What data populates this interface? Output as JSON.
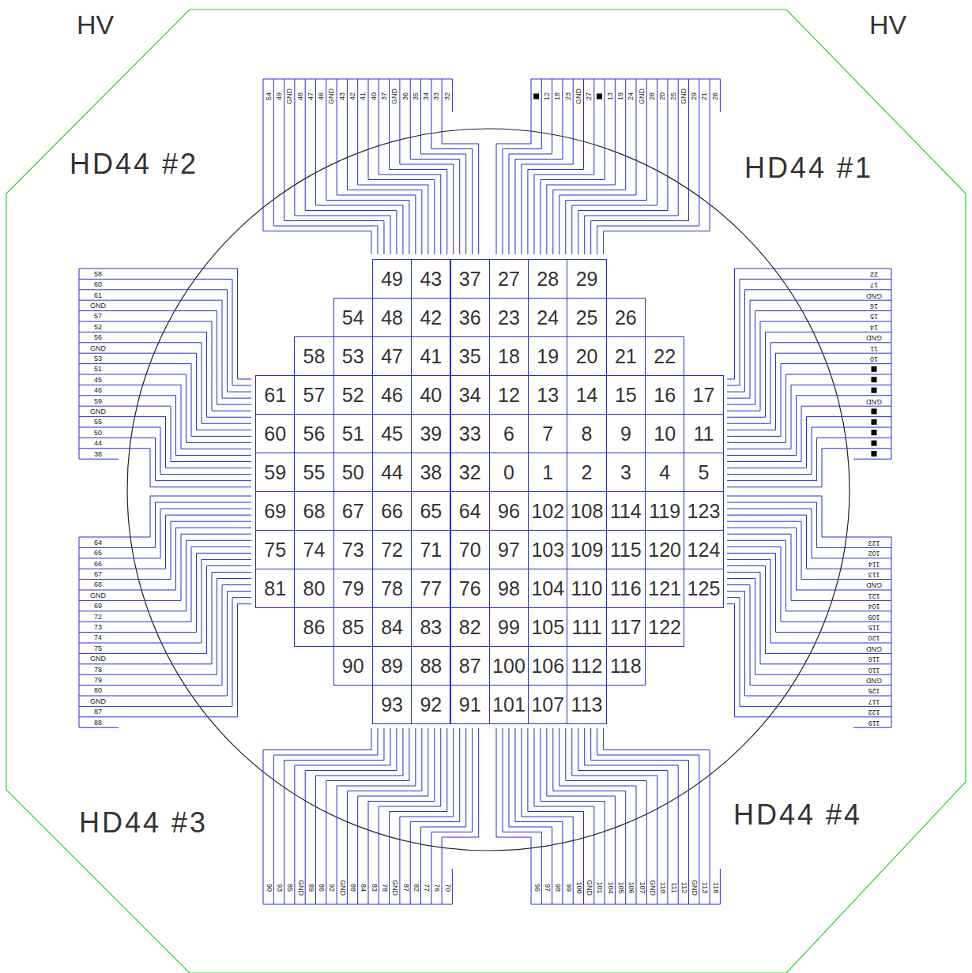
{
  "diagram": {
    "nodes": [
      {
        "text": [
          "49"
        ]
      },
      {
        "text": [
          "43"
        ]
      },
      {
        "text": [
          "37"
        ]
      },
      {
        "text": [
          "27"
        ]
      },
      {
        "text": [
          "28"
        ]
      },
      {
        "text": [
          "29"
        ]
      },
      {
        "text": [
          "54"
        ]
      },
      {
        "text": [
          "48"
        ]
      },
      {
        "text": [
          "42"
        ]
      },
      {
        "text": [
          "36"
        ]
      },
      {
        "text": [
          "23"
        ]
      },
      {
        "text": [
          "24"
        ]
      },
      {
        "text": [
          "25"
        ]
      },
      {
        "text": [
          "26"
        ]
      },
      {
        "text": [
          "58"
        ]
      },
      {
        "text": [
          "53"
        ]
      },
      {
        "text": [
          "47"
        ]
      },
      {
        "text": [
          "41"
        ]
      },
      {
        "text": [
          "35"
        ]
      },
      {
        "text": [
          "18"
        ]
      },
      {
        "text": [
          "19"
        ]
      },
      {
        "text": [
          "20"
        ]
      },
      {
        "text": [
          "21"
        ]
      },
      {
        "text": [
          "22"
        ]
      },
      {
        "text": [
          "61"
        ]
      },
      {
        "text": [
          "57"
        ]
      },
      {
        "text": [
          "52"
        ]
      },
      {
        "text": [
          "46"
        ]
      },
      {
        "text": [
          "40"
        ]
      },
      {
        "text": [
          "34"
        ]
      },
      {
        "text": [
          "12"
        ]
      },
      {
        "text": [
          "13"
        ]
      },
      {
        "text": [
          "14"
        ]
      },
      {
        "text": [
          "15"
        ]
      },
      {
        "text": [
          "16"
        ]
      },
      {
        "text": [
          "17"
        ]
      },
      {
        "text": [
          "60"
        ]
      },
      {
        "text": [
          "56"
        ]
      },
      {
        "text": [
          "51"
        ]
      },
      {
        "text": [
          "45"
        ]
      },
      {
        "text": [
          "39"
        ]
      },
      {
        "text": [
          "33"
        ]
      },
      {
        "text": [
          "6"
        ]
      },
      {
        "text": [
          "7"
        ]
      },
      {
        "text": [
          "8"
        ]
      },
      {
        "text": [
          "9"
        ]
      },
      {
        "text": [
          "10"
        ]
      },
      {
        "text": [
          "11"
        ]
      },
      {
        "text": [
          "59"
        ]
      },
      {
        "text": [
          "55"
        ]
      },
      {
        "text": [
          "50"
        ]
      },
      {
        "text": [
          "44"
        ]
      },
      {
        "text": [
          "38"
        ]
      },
      {
        "text": [
          "32"
        ]
      },
      {
        "text": [
          "0"
        ]
      },
      {
        "text": [
          "1"
        ]
      },
      {
        "text": [
          "2"
        ]
      },
      {
        "text": [
          "3"
        ]
      },
      {
        "text": [
          "4"
        ]
      },
      {
        "text": [
          "5"
        ]
      },
      {
        "text": [
          "69"
        ]
      },
      {
        "text": [
          "68"
        ]
      },
      {
        "text": [
          "67"
        ]
      },
      {
        "text": [
          "66"
        ]
      },
      {
        "text": [
          "65"
        ]
      },
      {
        "text": [
          "64"
        ]
      },
      {
        "text": [
          "96"
        ]
      },
      {
        "text": [
          "102"
        ]
      },
      {
        "text": [
          "108"
        ]
      },
      {
        "text": [
          "114"
        ]
      },
      {
        "text": [
          "119"
        ]
      },
      {
        "text": [
          "123"
        ]
      },
      {
        "text": [
          "75"
        ]
      },
      {
        "text": [
          "74"
        ]
      },
      {
        "text": [
          "73"
        ]
      },
      {
        "text": [
          "72"
        ]
      },
      {
        "text": [
          "71"
        ]
      },
      {
        "text": [
          "70"
        ]
      },
      {
        "text": [
          "97"
        ]
      },
      {
        "text": [
          "103"
        ]
      },
      {
        "text": [
          "109"
        ]
      },
      {
        "text": [
          "115"
        ]
      },
      {
        "text": [
          "120"
        ]
      },
      {
        "text": [
          "124"
        ]
      },
      {
        "text": [
          "81"
        ]
      },
      {
        "text": [
          "80"
        ]
      },
      {
        "text": [
          "79"
        ]
      },
      {
        "text": [
          "78"
        ]
      },
      {
        "text": [
          "77"
        ]
      },
      {
        "text": [
          "76"
        ]
      },
      {
        "text": [
          "98"
        ]
      },
      {
        "text": [
          "104"
        ]
      },
      {
        "text": [
          "110"
        ]
      },
      {
        "text": [
          "116"
        ]
      },
      {
        "text": [
          "121"
        ]
      },
      {
        "text": [
          "125"
        ]
      },
      {
        "text": [
          "86"
        ]
      },
      {
        "text": [
          "85"
        ]
      },
      {
        "text": [
          "84"
        ]
      },
      {
        "text": [
          "83"
        ]
      },
      {
        "text": [
          "82"
        ]
      },
      {
        "text": [
          "99"
        ]
      },
      {
        "text": [
          "105"
        ]
      },
      {
        "text": [
          "111"
        ]
      },
      {
        "text": [
          "117"
        ]
      },
      {
        "text": [
          "122"
        ]
      },
      {
        "text": [
          "90"
        ]
      },
      {
        "text": [
          "89"
        ]
      },
      {
        "text": [
          "88"
        ]
      },
      {
        "text": [
          "87"
        ]
      },
      {
        "text": [
          "100"
        ]
      },
      {
        "text": [
          "106"
        ]
      },
      {
        "text": [
          "112"
        ]
      },
      {
        "text": [
          "118"
        ]
      },
      {
        "text": [
          "93"
        ]
      },
      {
        "text": [
          "92"
        ]
      },
      {
        "text": [
          "91"
        ]
      },
      {
        "text": [
          "101"
        ]
      },
      {
        "text": [
          "107"
        ]
      },
      {
        "text": [
          "113"
        ]
      }
    ],
    "labels": [
      "HV",
      "HV",
      "HD44 #2",
      "HD44 #1",
      "HD44 #3",
      "HD44 #4",
      "54",
      "49",
      "GND",
      "48",
      "47",
      "46",
      "GND",
      "43",
      "42",
      "41",
      "40",
      "37",
      "GND",
      "36",
      "35",
      "34",
      "33",
      "32",
      "12",
      "18",
      "23",
      "GND",
      "27",
      "13",
      "19",
      "24",
      "GND",
      "28",
      "20",
      "25",
      "GND",
      "29",
      "21",
      "26",
      "58",
      "60",
      "61",
      "GND",
      "57",
      "52",
      "56",
      "GND",
      "53",
      "51",
      "45",
      "46",
      "59",
      "GND",
      "55",
      "50",
      "44",
      "38",
      "64",
      "65",
      "66",
      "67",
      "68",
      "GND",
      "69",
      "72",
      "73",
      "74",
      "75",
      "GND",
      "78",
      "79",
      "80",
      "GND",
      "87",
      "88",
      "22",
      "17",
      "GND",
      "16",
      "15",
      "14",
      "GND",
      "11",
      "10",
      "GND",
      "123",
      "102",
      "114",
      "113",
      "GND",
      "121",
      "104",
      "109",
      "115",
      "120",
      "GND",
      "116",
      "110",
      "GND",
      "125",
      "117",
      "122",
      "119",
      "90",
      "93",
      "85",
      "GND",
      "89",
      "86",
      "92",
      "GND",
      "88",
      "84",
      "83",
      "78",
      "GND",
      "87",
      "82",
      "77",
      "76",
      "70",
      "96",
      "97",
      "98",
      "99",
      "100",
      "GND",
      "101",
      "104",
      "105",
      "106",
      "107",
      "GND",
      "110",
      "111",
      "112",
      "GND",
      "113",
      "118"
    ]
  }
}
